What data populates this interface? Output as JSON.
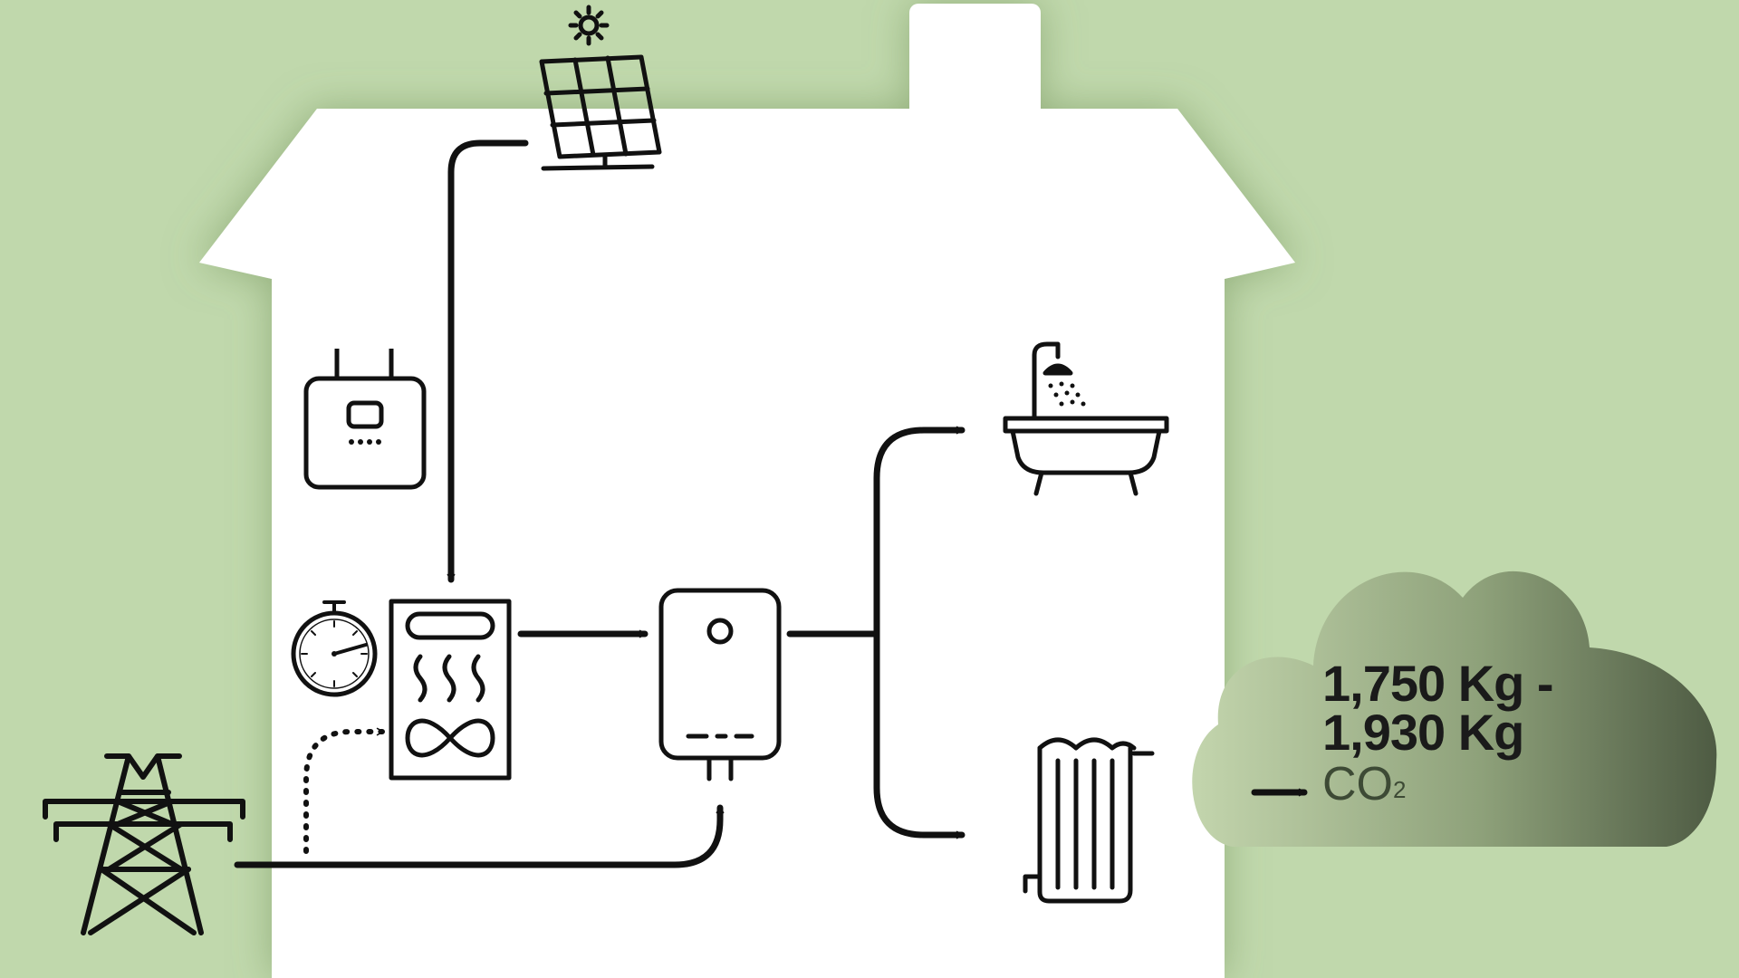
{
  "emission": {
    "range_line1": "1,750 Kg -",
    "range_line2": "1,930 Kg",
    "unit_base": "CO",
    "unit_sup": "2"
  },
  "colors": {
    "background": "#c0d8ac",
    "house": "#ffffff",
    "stroke": "#111111",
    "cloud_light": "#c3d5ad",
    "cloud_dark": "#4e5b43"
  },
  "icons": [
    "solar-panel-icon",
    "inverter-icon",
    "timer-icon",
    "heat-pump-icon",
    "water-heater-icon",
    "bathtub-shower-icon",
    "radiator-icon",
    "power-pylon-icon",
    "co2-cloud-icon"
  ]
}
